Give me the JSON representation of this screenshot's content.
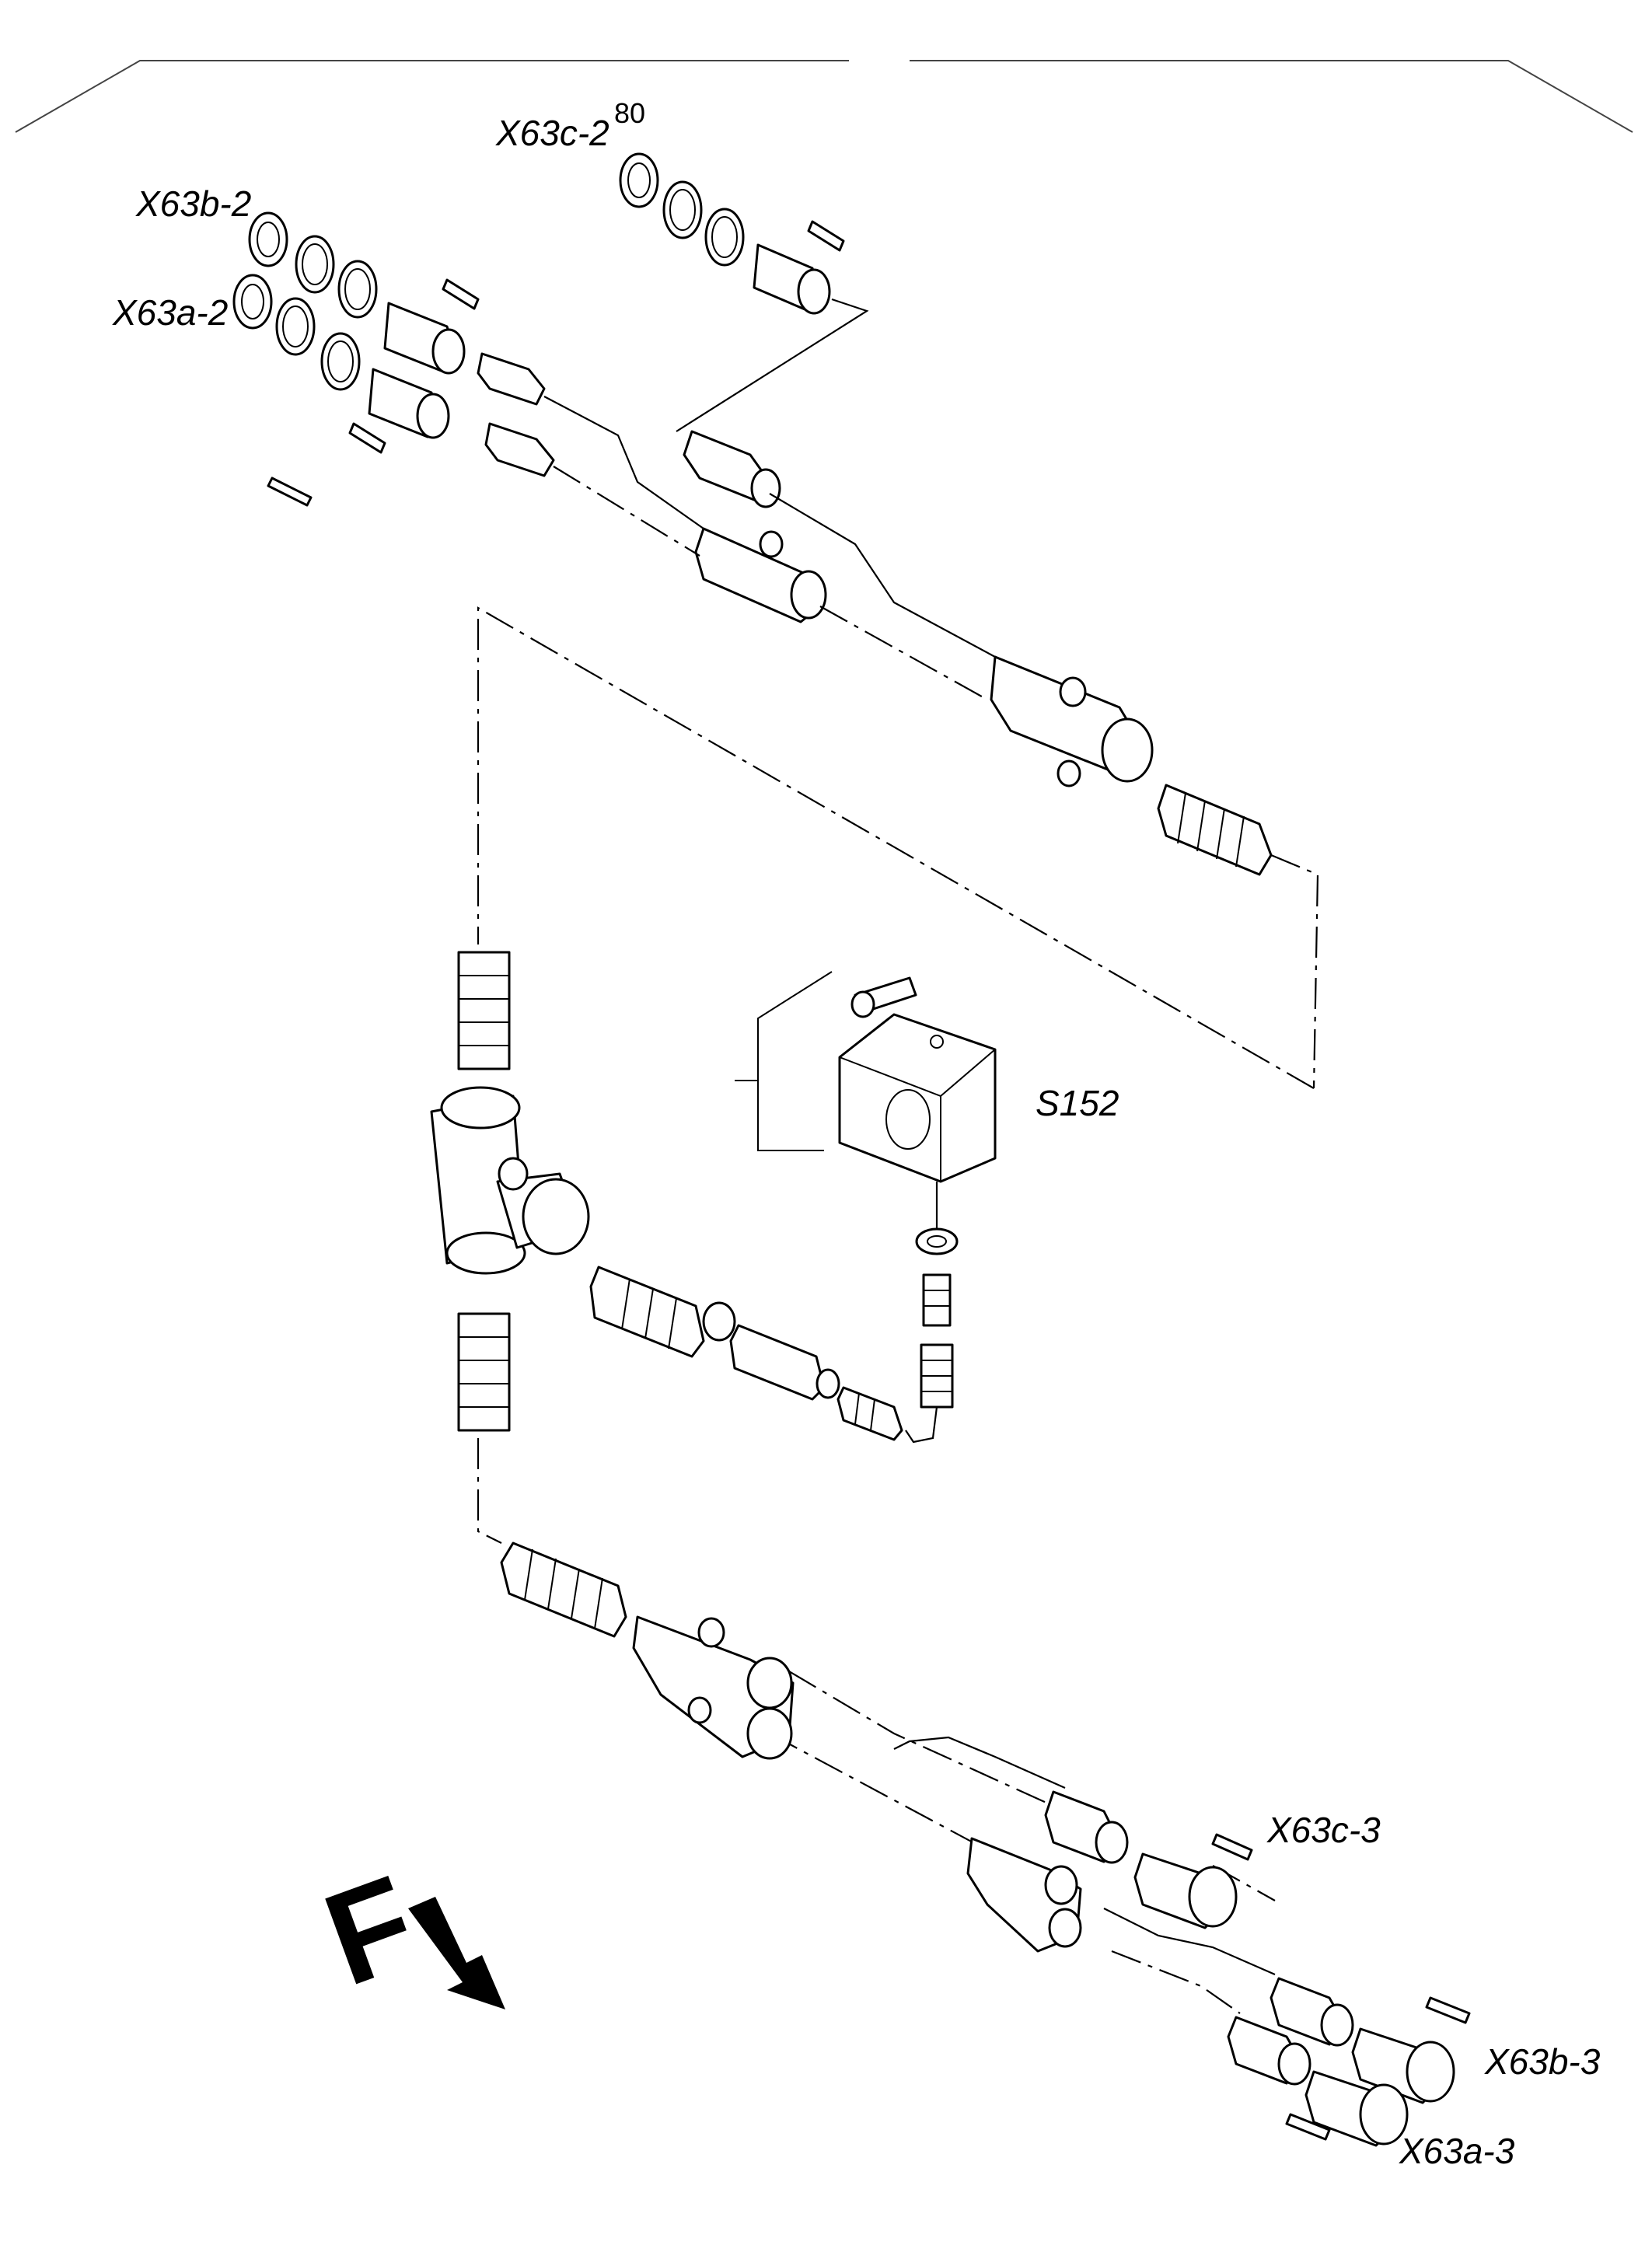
{
  "labels": {
    "x63c_2": "X63c-2",
    "part_80": "80",
    "x63b_2": "X63b-2",
    "x63a_2": "X63a-2",
    "s152": "S152",
    "x63c_3": "X63c-3",
    "x63b_3": "X63b-3",
    "x63a_3": "X63a-3",
    "direction_letter": "F"
  },
  "icons": {
    "direction": "front-direction-arrow-icon"
  },
  "colors": {
    "line": "#000000",
    "background": "#ffffff"
  }
}
